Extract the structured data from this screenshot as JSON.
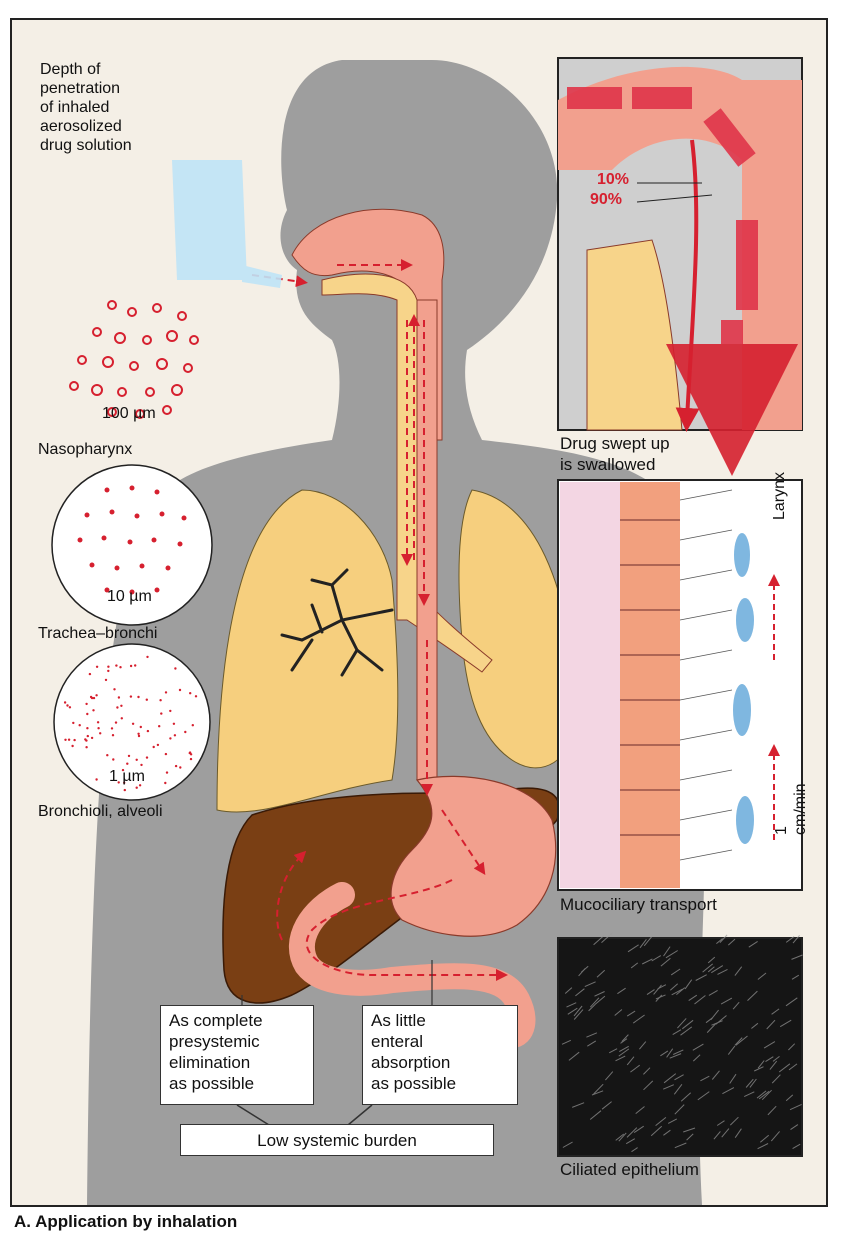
{
  "title": "Depth of penetration of inhaled aerosolized drug solution",
  "title_lines": [
    "Depth of",
    "penetration",
    "of inhaled",
    "aerosolized",
    "drug solution"
  ],
  "particles": [
    {
      "size": "100 µm",
      "region": "Nasopharynx"
    },
    {
      "size": "10 µm",
      "region": "Trachea–bronchi"
    },
    {
      "size": "1 µm",
      "region": "Bronchioli, alveoli"
    }
  ],
  "inset_top": {
    "pct_airway": "10%",
    "pct_swallowed": "90%",
    "caption": [
      "Drug swept up",
      "is swallowed"
    ]
  },
  "inset_mid": {
    "direction_label": "Larynx",
    "speed_label": "1 cm/min",
    "caption": "Mucociliary transport"
  },
  "inset_bottom": {
    "caption": "Ciliated epithelium"
  },
  "boxes": {
    "liver": [
      "As complete",
      "presystemic",
      "elimination",
      "as possible"
    ],
    "gut": [
      "As little",
      "enteral",
      "absorption",
      "as possible"
    ],
    "result": "Low systemic burden"
  },
  "figure_caption": "A. Application by inhalation",
  "colors": {
    "body": "#9b9b9b",
    "lung": "#f6cf7e",
    "airway": "#f2a08e",
    "liver": "#7a3f14",
    "red": "#d6202f"
  }
}
